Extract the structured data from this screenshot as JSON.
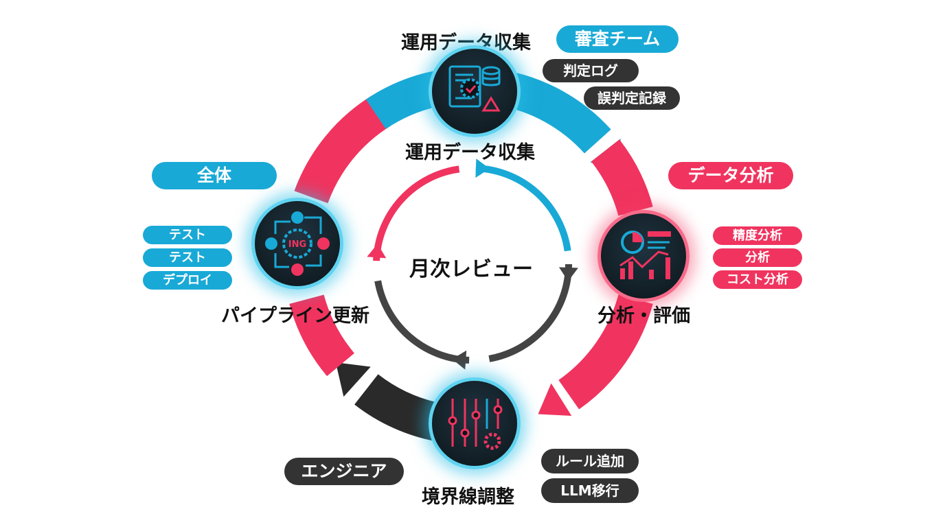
{
  "center_title": "月次レビュー",
  "nodes": {
    "top": {
      "label_above": "運用データ収集",
      "label_below": "運用データ収集",
      "team": "審査チーム",
      "items": [
        "判定ログ",
        "誤判定記録"
      ]
    },
    "right": {
      "label": "分析・評価",
      "team": "データ分析",
      "items": [
        "精度分析",
        "分析",
        "コスト分析"
      ]
    },
    "bottom": {
      "label": "境界線調整",
      "team": "エンジニア",
      "items": [
        "ルール追加",
        "LLM移行"
      ]
    },
    "left": {
      "label": "パイプライン更新",
      "team": "全体",
      "items": [
        "テスト",
        "テスト",
        "デプロイ"
      ],
      "icon_text": "ING"
    }
  },
  "colors": {
    "blue": "#19a9d6",
    "red": "#f0345f",
    "dark": "#333333"
  }
}
